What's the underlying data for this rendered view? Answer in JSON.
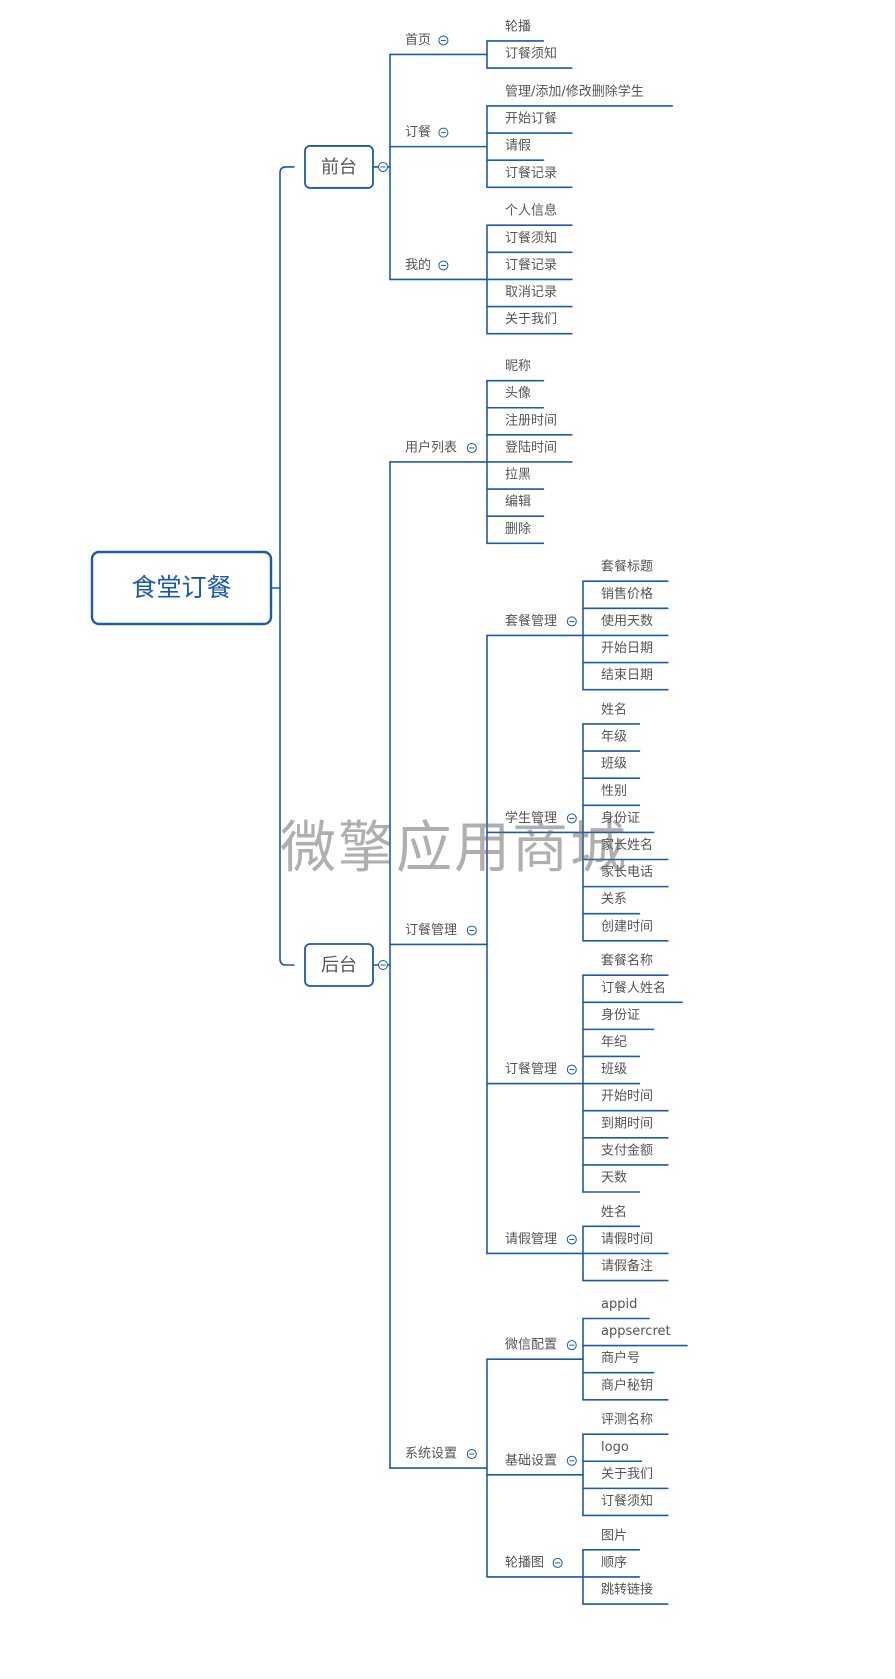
{
  "root": "食堂订餐",
  "watermark": "微擎应用商城",
  "colors": {
    "line": "#1a5ab0",
    "root_text": "#1a5ab0",
    "text": "#555555"
  },
  "tree": [
    {
      "label": "前台",
      "children": [
        {
          "label": "首页",
          "children": [
            {
              "label": "轮播"
            },
            {
              "label": "订餐须知"
            }
          ]
        },
        {
          "label": "订餐",
          "children": [
            {
              "label": "管理/添加/修改删除学生"
            },
            {
              "label": "开始订餐"
            },
            {
              "label": "请假"
            },
            {
              "label": "订餐记录"
            }
          ]
        },
        {
          "label": "我的",
          "children": [
            {
              "label": "个人信息"
            },
            {
              "label": "订餐须知"
            },
            {
              "label": "订餐记录"
            },
            {
              "label": "取消记录"
            },
            {
              "label": "关于我们"
            }
          ]
        }
      ]
    },
    {
      "label": "后台",
      "children": [
        {
          "label": "用户列表",
          "children": [
            {
              "label": "昵称"
            },
            {
              "label": "头像"
            },
            {
              "label": "注册时间"
            },
            {
              "label": "登陆时间"
            },
            {
              "label": "拉黑"
            },
            {
              "label": "编辑"
            },
            {
              "label": "删除"
            }
          ]
        },
        {
          "label": "订餐管理",
          "children": [
            {
              "label": "套餐管理",
              "children": [
                {
                  "label": "套餐标题"
                },
                {
                  "label": "销售价格"
                },
                {
                  "label": "使用天数"
                },
                {
                  "label": "开始日期"
                },
                {
                  "label": "结束日期"
                }
              ]
            },
            {
              "label": "学生管理",
              "children": [
                {
                  "label": "姓名"
                },
                {
                  "label": "年级"
                },
                {
                  "label": "班级"
                },
                {
                  "label": "性别"
                },
                {
                  "label": "身份证"
                },
                {
                  "label": "家长姓名"
                },
                {
                  "label": "家长电话"
                },
                {
                  "label": "关系"
                },
                {
                  "label": "创建时间"
                }
              ]
            },
            {
              "label": "订餐管理",
              "children": [
                {
                  "label": "套餐名称"
                },
                {
                  "label": "订餐人姓名"
                },
                {
                  "label": "身份证"
                },
                {
                  "label": "年纪"
                },
                {
                  "label": "班级"
                },
                {
                  "label": "开始时间"
                },
                {
                  "label": "到期时间"
                },
                {
                  "label": "支付金额"
                },
                {
                  "label": "天数"
                }
              ]
            },
            {
              "label": "请假管理",
              "children": [
                {
                  "label": "姓名"
                },
                {
                  "label": "请假时间"
                },
                {
                  "label": "请假备注"
                }
              ]
            }
          ]
        },
        {
          "label": "系统设置",
          "children": [
            {
              "label": "微信配置",
              "children": [
                {
                  "label": "appid"
                },
                {
                  "label": "appsercret"
                },
                {
                  "label": "商户号"
                },
                {
                  "label": "商户秘钥"
                }
              ]
            },
            {
              "label": "基础设置",
              "children": [
                {
                  "label": "评测名称"
                },
                {
                  "label": "logo"
                },
                {
                  "label": "关于我们"
                },
                {
                  "label": "订餐须知"
                }
              ]
            },
            {
              "label": "轮播图",
              "children": [
                {
                  "label": "图片"
                },
                {
                  "label": "顺序"
                },
                {
                  "label": "跳转链接"
                }
              ]
            }
          ]
        }
      ]
    }
  ]
}
